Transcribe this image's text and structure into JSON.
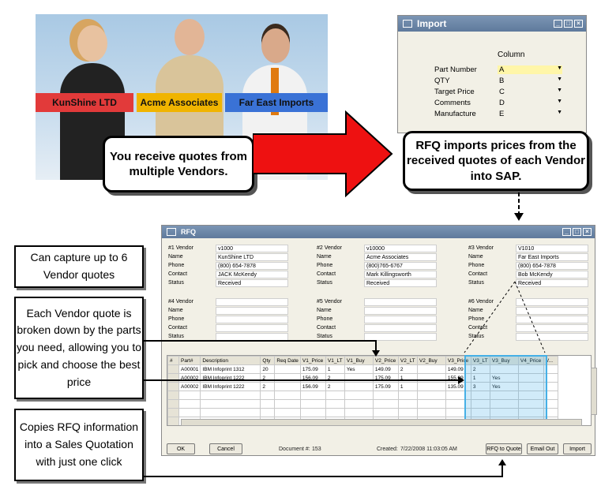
{
  "banner": {
    "vendors": [
      "KunShine LTD",
      "Acme Associates",
      "Far East Imports"
    ]
  },
  "callouts": {
    "receive": "You receive quotes from multiple Vendors.",
    "imports": "RFQ imports prices from the received quotes of each Vendor into SAP."
  },
  "import_window": {
    "title": "Import",
    "column_header": "Column",
    "rows": [
      {
        "label": "Part Number",
        "value": "A"
      },
      {
        "label": "QTY",
        "value": "B"
      },
      {
        "label": "Target Price",
        "value": "C"
      },
      {
        "label": "Comments",
        "value": "D"
      },
      {
        "label": "Manufacture",
        "value": "E"
      }
    ]
  },
  "side_notes": {
    "capture": "Can capture up to 6 Vendor quotes",
    "breakdown": "Each Vendor quote is broken down by the parts you need, allowing you to pick and choose the best price",
    "copies": "Copies RFQ information into a Sales Quotation with just one click"
  },
  "rfq_window": {
    "title": "RFQ",
    "vendors_top": [
      {
        "head": "#1 Vendor",
        "code": "v1000",
        "name": "KunShine LTD",
        "phone": "(800) 654-7878",
        "contact": "JACK McKendy",
        "status": "Received"
      },
      {
        "head": "#2 Vendor",
        "code": "v10000",
        "name": "Acme Associates",
        "phone": "(800)765-6767",
        "contact": "Mark Killingsworth",
        "status": "Received"
      },
      {
        "head": "#3 Vendor",
        "code": "V1010",
        "name": "Far East Imports",
        "phone": "(800) 654-7878",
        "contact": "Bob McKendy",
        "status": "Received"
      }
    ],
    "vendors_bottom": [
      {
        "head": "#4 Vendor"
      },
      {
        "head": "#5 Vendor"
      },
      {
        "head": "#6 Vendor"
      }
    ],
    "field_labels": {
      "name": "Name",
      "phone": "Phone",
      "contact": "Contact",
      "status": "Status"
    },
    "grid_columns": [
      "#",
      "Part#",
      "Description",
      "Qty",
      "Req Date",
      "V1_Price",
      "V1_LT",
      "V1_Buy",
      "V2_Price",
      "V2_LT",
      "V2_Buy",
      "V3_Price",
      "V3_LT",
      "V3_Buy",
      "V4_Price",
      "V..."
    ],
    "grid_rows": [
      {
        "part": "A00001",
        "desc": "IBM Infoprint 1312",
        "qty": "20",
        "v1p": "175.09",
        "v1lt": "1",
        "v1b": "Yes",
        "v2p": "149.09",
        "v2lt": "2",
        "v3p": "149.09",
        "v3lt": "2",
        "v3b": ""
      },
      {
        "part": "A00002",
        "desc": "IBM Infoprint 1222",
        "qty": "2",
        "v1p": "156.09",
        "v1lt": "2",
        "v1b": "",
        "v2p": "175.09",
        "v2lt": "1",
        "v3p": "155.09",
        "v3lt": "1",
        "v3b": "Yes"
      },
      {
        "part": "A00002",
        "desc": "IBM Infoprint 1222",
        "qty": "2",
        "v1p": "156.09",
        "v1lt": "2",
        "v1b": "",
        "v2p": "175.09",
        "v2lt": "1",
        "v3p": "135.09",
        "v3lt": "3",
        "v3b": "Yes"
      }
    ],
    "footer": {
      "ok": "OK",
      "cancel": "Cancel",
      "doc_label": "Document #:",
      "doc_value": "153",
      "created_label": "Created:",
      "created_value": "7/22/2008 11:03:05 AM",
      "rfq_to_quote": "RFQ to Quote",
      "email_out": "Email Out",
      "import": "Import"
    }
  },
  "colors": {
    "arrow_red": "#ee1111",
    "highlight_blue": "#46b0e6",
    "kunshine_bg": "#e23a3a",
    "acme_bg": "#f0b400",
    "fareast_bg": "#3a72d6"
  }
}
